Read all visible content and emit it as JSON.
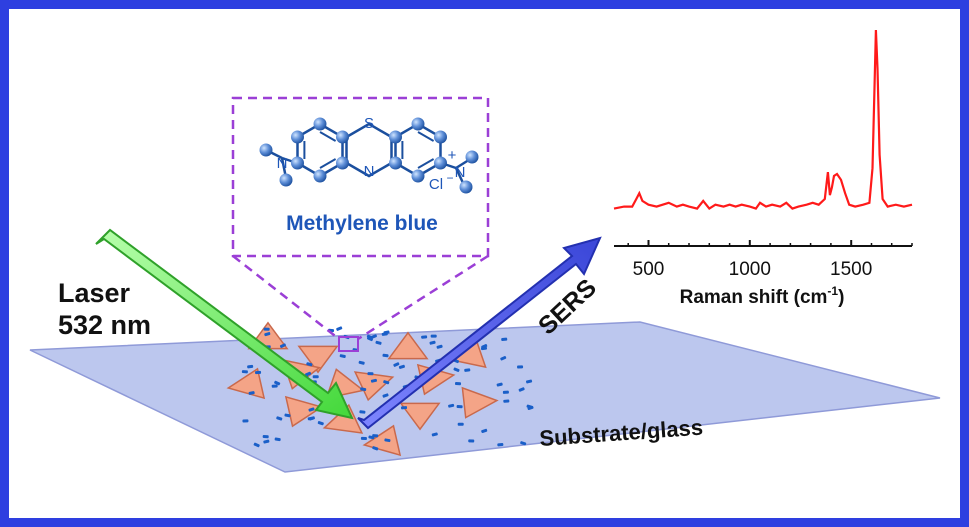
{
  "colors": {
    "frame": "#2e3fe0",
    "substrate": "#bcc7ee",
    "triangle": "#f4a487",
    "triangle_edge": "#c9694c",
    "molecule_dot": "#1a5fc8",
    "laser_arrow": "#6cf25a",
    "sers_arrow": "#4d59e8",
    "callout_box": "#9b3fd6",
    "molecule_label": "#1e56b8",
    "spectrum_line": "#ff1a1a"
  },
  "labels": {
    "laser": "Laser",
    "wavelength": "532 nm",
    "sers": "SERS",
    "substrate": "Substrate/glass",
    "molecule_name": "Methylene blue",
    "atom_s": "S",
    "atom_n_center": "N",
    "atom_n_left": "N",
    "atom_n_right": "N",
    "atom_cl": "Cl",
    "charge_plus": "+",
    "charge_minus": "−"
  },
  "chart_data": {
    "type": "line",
    "xlabel": "Raman shift (cm",
    "xlabel_sup": "-1",
    "xlabel_end": ")",
    "xlim": [
      330,
      1800
    ],
    "ylim": [
      0,
      100
    ],
    "ticks": [
      500,
      1000,
      1500
    ],
    "tick_labels": [
      "500",
      "1000",
      "1500"
    ],
    "series": [
      {
        "x": [
          330,
          380,
          420,
          440,
          455,
          470,
          500,
          540,
          600,
          640,
          670,
          700,
          740,
          770,
          800,
          830,
          870,
          900,
          930,
          960,
          1000,
          1030,
          1050,
          1080,
          1110,
          1150,
          1180,
          1210,
          1240,
          1280,
          1310,
          1340,
          1370,
          1385,
          1395,
          1405,
          1415,
          1430,
          1450,
          1470,
          1490,
          1520,
          1560,
          1590,
          1605,
          1615,
          1622,
          1630,
          1640,
          1655,
          1680,
          1720,
          1760,
          1800
        ],
        "y": [
          7,
          8,
          8,
          12,
          15,
          11,
          9,
          8,
          10,
          8,
          9,
          8,
          7,
          11,
          7,
          9,
          8,
          9,
          8,
          9,
          8,
          7,
          10,
          8,
          9,
          8,
          10,
          7,
          8,
          9,
          10,
          9,
          12,
          26,
          14,
          18,
          24,
          25,
          22,
          15,
          9,
          8,
          9,
          10,
          28,
          70,
          100,
          80,
          35,
          12,
          8,
          9,
          8,
          9
        ]
      }
    ]
  }
}
